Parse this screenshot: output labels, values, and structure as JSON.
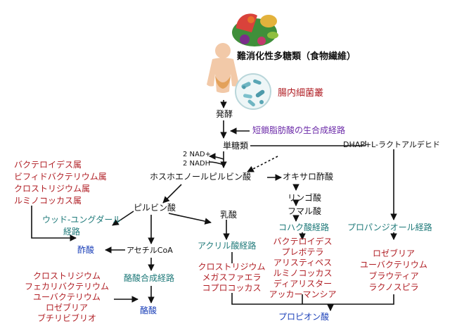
{
  "header": {
    "fiber": "難消化性多糖類（食物繊維）",
    "microbiota": "腸内細菌叢"
  },
  "flow": {
    "fermentation": "発酵",
    "scfa_pathway": "短鎖脂肪酸の生合成経路",
    "monosaccharide": "単糖類",
    "nad": "2 NAD+",
    "nadh": "2 NADH",
    "dhap": "DHAP+L-ラクトアルデヒド",
    "pep": "ホスホエノールピルビン酸",
    "oxaloacetate": "オキサロ酢酸",
    "malate": "リンゴ酸",
    "fumarate": "フマル酸",
    "pyruvate": "ピルビン酸",
    "lactate": "乳酸",
    "acetyl_coa": "アセチルCoA",
    "wood_ljungdahl_1": "ウッド-ユングダール",
    "wood_ljungdahl_2": "経路",
    "acetate": "酢酸",
    "acrylate_pathway": "アクリル酸経路",
    "succinate_pathway": "コハク酸経路",
    "propanediol_pathway": "プロパンジオール経路",
    "butyrate_pathway": "酪酸合成経路",
    "butyrate": "酪酸",
    "propionate": "プロピオン酸"
  },
  "bacteria": {
    "acetate_producers": [
      "バクテロイデス属",
      "ビフィドバクテリウム属",
      "クロストリジウム属",
      "ルミノコッカス属"
    ],
    "butyrate_producers": [
      "クロストリジウム",
      "フェカリバクテリウム",
      "ユーバクテリウム",
      "ロゼブリア",
      "ブチリビブリオ"
    ],
    "acrylate_producers": [
      "クロストリジウム",
      "メガスファエラ",
      "コプロコッカス"
    ],
    "succinate_producers": [
      "バクテロイデス",
      "プレボテラ",
      "アリスティペス",
      "ルミノコッカス",
      "ディアリスター",
      "アッカーマンシア"
    ],
    "propanediol_producers": [
      "ロゼブリア",
      "ユーバクテリウム",
      "ブラウティア",
      "ラクノスピラ"
    ]
  },
  "colors": {
    "text": "#111111",
    "bacteria": "#b01e24",
    "pathway": "#1f7a7a",
    "product": "#1a3fb8",
    "scfa": "#6b2aa8"
  },
  "icons": [
    "food-icon",
    "human-body-icon",
    "bacteria-icon"
  ]
}
